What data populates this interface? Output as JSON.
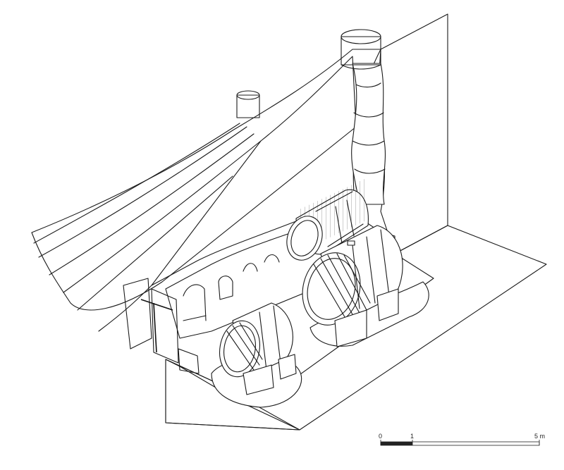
{
  "scale_bar": {
    "label_start": "0",
    "label_mid": "1",
    "label_end": "5 m"
  },
  "colors": {
    "ink": "#1a1a1a",
    "paper": "#ffffff"
  }
}
